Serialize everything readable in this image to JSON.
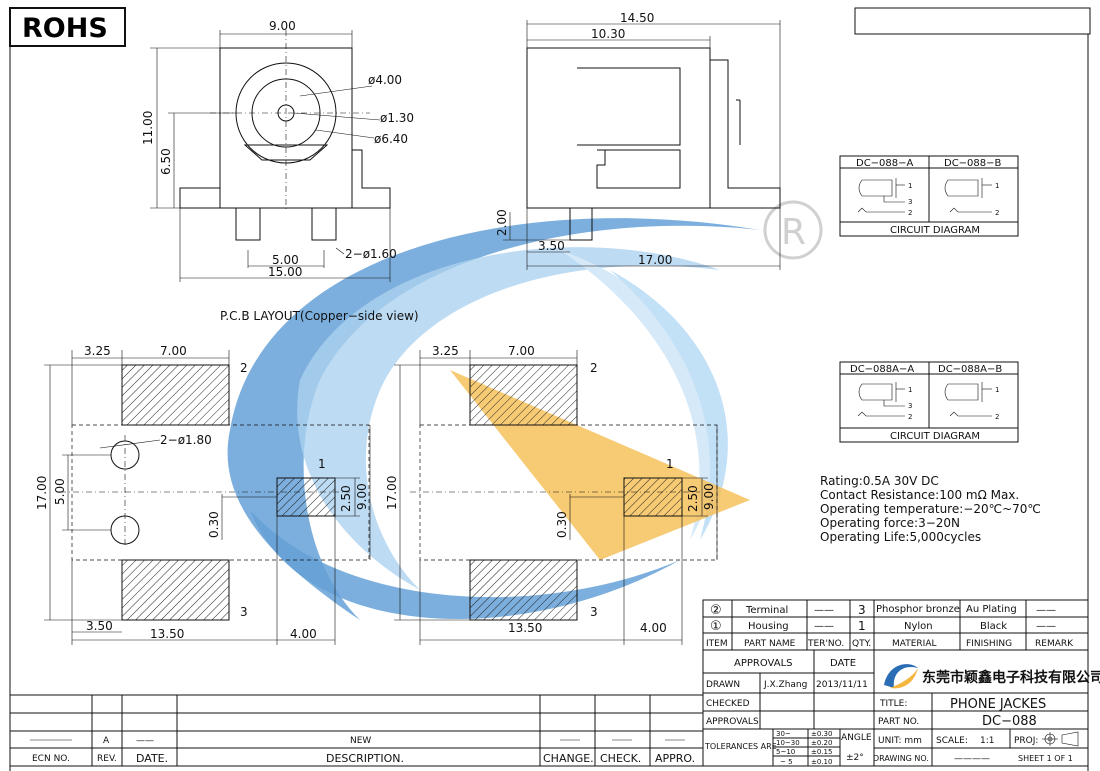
{
  "header": {
    "rohs": "ROHS"
  },
  "front_view": {
    "width": "9.00",
    "height": "11.00",
    "height2": "6.50",
    "dia1": "ø4.00",
    "dia2": "ø1.30",
    "dia3": "ø6.40",
    "pin_pitch": "5.00",
    "overall": "15.00",
    "pin_dia": "2−ø1.60"
  },
  "side_view": {
    "length": "14.50",
    "length2": "10.30",
    "pin_h": "2.00",
    "pin_off": "3.50",
    "total": "17.00"
  },
  "pcb_title": "P.C.B LAYOUT(Copper−side view)",
  "pcb_left": {
    "d325": "3.25",
    "d700": "7.00",
    "d1700": "17.00",
    "d500": "5.00",
    "holes": "2−ø1.80",
    "d030": "0.30",
    "d250": "2.50",
    "d900": "9.00",
    "d350": "3.50",
    "d1350": "13.50",
    "d400": "4.00",
    "p1": "1",
    "p2": "2",
    "p3": "3"
  },
  "pcb_right": {
    "d325": "3.25",
    "d700": "7.00",
    "d1700": "17.00",
    "d030": "0.30",
    "d250": "2.50",
    "d900": "9.00",
    "d1350": "13.50",
    "d400": "4.00",
    "p1": "1",
    "p2": "2",
    "p3": "3"
  },
  "circuit1": {
    "a": "DC−088−A",
    "b": "DC−088−B",
    "caption": "CIRCUIT  DIAGRAM"
  },
  "circuit2": {
    "a": "DC−088A−A",
    "b": "DC−088A−B",
    "caption": "CIRCUIT  DIAGRAM"
  },
  "pin_labels": {
    "p1": "1",
    "p2": "2",
    "p3": "3"
  },
  "specs": [
    "Rating:0.5A  30V  DC",
    "Contact  Resistance:100  mΩ  Max.",
    "Operating  temperature:−20℃~70℃",
    "Operating  force:3−20N",
    "Operating  Life:5,000cycles"
  ],
  "bom": {
    "rows": [
      {
        "no": "②",
        "part": "Terminal",
        "ter": "——",
        "qty": "3",
        "material": "Phosphor bronze",
        "finish": "Au Plating",
        "remark": "——"
      },
      {
        "no": "①",
        "part": "Housing",
        "ter": "——",
        "qty": "1",
        "material": "Nylon",
        "finish": "Black",
        "remark": "——"
      }
    ],
    "headers": {
      "item": "ITEM",
      "part": "PART NAME",
      "ter": "TER'NO.",
      "qty": "QTY.",
      "material": "MATERIAL",
      "finish": "FINISHING",
      "remark": "REMARK"
    }
  },
  "title_block": {
    "approvals": "APPROVALS",
    "date": "DATE",
    "drawn": "DRAWN",
    "drawn_by": "J.X.Zhang",
    "drawn_date": "2013/11/11",
    "checked": "CHECKED",
    "approvals2": "APPROVALS",
    "tolerances": "TOLERANCES  ARE",
    "tol": [
      [
        "30~",
        "±0.30"
      ],
      [
        "10~30",
        "±0.20"
      ],
      [
        "5~10",
        "±0.15"
      ],
      [
        "~ 5",
        "±0.10"
      ]
    ],
    "angle": "ANGLE",
    "angle_val": "±2°",
    "company": "东莞市颖鑫电子科技有限公司",
    "title_label": "TITLE:",
    "title": "PHONE  JACKES",
    "part_label": "PART  NO.",
    "part_no": "DC−088",
    "unit": "UNIT:  mm",
    "scale_label": "SCALE:",
    "scale": "1:1",
    "proj": "PROJ:",
    "drawing_no": "DRAWING  NO.",
    "drawing_no_val": "————",
    "sheet": "SHEET  1  OF  1"
  },
  "revision": {
    "row": {
      "rev": "A",
      "date": "——",
      "desc": "NEW"
    },
    "headers": {
      "ecn": "ECN  NO.",
      "rev": "REV.",
      "date": "DATE.",
      "desc": "DESCRIPTION.",
      "change": "CHANGE.",
      "check": "CHECK.",
      "appro": "APPRO."
    }
  },
  "colors": {
    "watermark_blue": "#4a90d0",
    "watermark_light": "#cfe6f7",
    "watermark_orange": "#f5b640"
  }
}
